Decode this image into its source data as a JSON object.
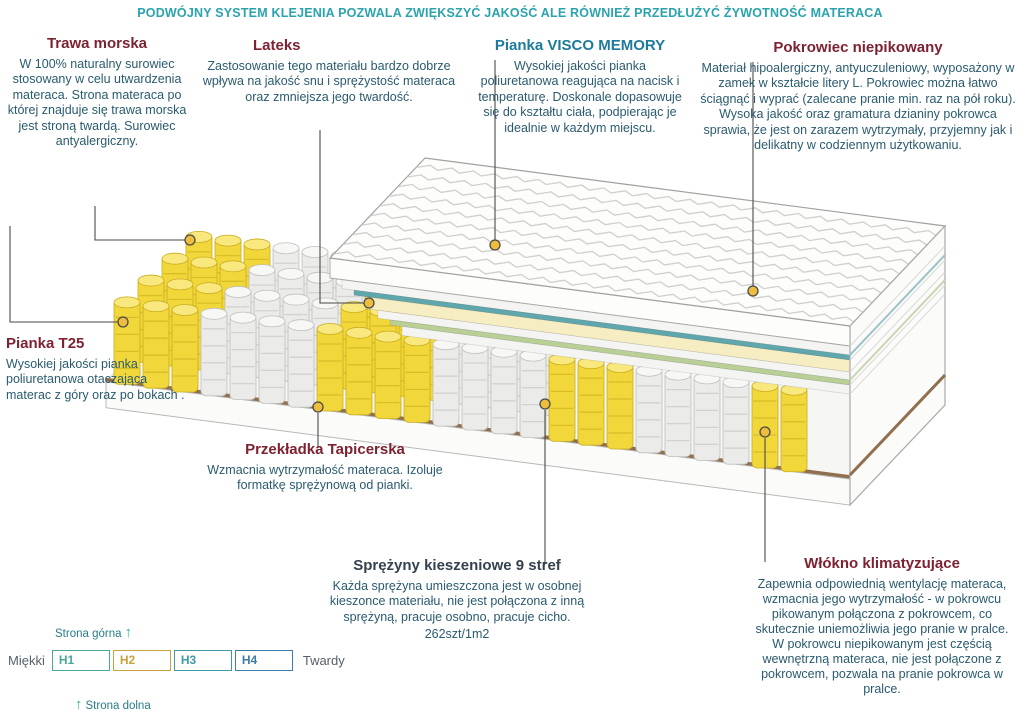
{
  "banner": {
    "text": "PODWÓJNY SYSTEM KLEJENIA POZWALA ZWIĘKSZYĆ JAKOŚĆ ALE RÓWNIEŻ PRZEDŁUŻYĆ ŻYWOTNOŚĆ MATERACA"
  },
  "sections": {
    "trawa_morska": {
      "title": "Trawa morska",
      "body": "W 100% naturalny surowiec stosowany w celu utwardzenia materaca. Strona materaca po której znajduje się trawa morska jest stroną twardą. Surowiec antyalergiczny."
    },
    "lateks": {
      "title": "Lateks",
      "body": "Zastosowanie tego materiału bardzo dobrze wpływa na jakość snu i sprężystość materaca oraz zmniejsza jego twardość."
    },
    "pianka_visco": {
      "title": "Pianka VISCO MEMORY",
      "body": "Wysokiej jakości pianka poliuretanowa reagująca na nacisk i temperaturę. Doskonale dopasowuje się do kształtu ciała, podpierając je idealnie w każdym miejscu."
    },
    "pokrowiec": {
      "title": "Pokrowiec niepikowany",
      "body": "Materiał hipoalergiczny, antyuczuleniowy, wyposażony w zamek w kształcie litery L. Pokrowiec można łatwo ściągnąć i wyprać (zalecane pranie min. raz na pół roku). Wysoka jakość oraz gramatura dzianiny pokrowca sprawia, że jest on zarazem wytrzymały, przyjemny jak i delikatny w codziennym użytkowaniu."
    },
    "pianka_t25": {
      "title": "Pianka T25",
      "body": "Wysokiej jakości pianka poliuretanowa otaczająca materac z góry oraz po bokach ."
    },
    "przekladka": {
      "title": "Przekładka Tapicerska",
      "body": "Wzmacnia wytrzymałość materaca. Izoluje formatkę sprężynową od pianki."
    },
    "sprezyny": {
      "title": "Sprężyny kieszeniowe 9 stref",
      "body": "Każda sprężyna umieszczona jest w osobnej kieszonce materiału, nie jest połączona z inną sprężyną, pracuje osobno, pracuje cicho.",
      "spec": "262szt/1m2"
    },
    "wlokno": {
      "title": "Włókno klimatyzujące",
      "body": "Zapewnia odpowiednią wentylację materaca, wzmacnia jego wytrzymałość - w pokrowcu pikowanym połączona z pokrowcem, co skutecznie uniemożliwia jego pranie w pralce. W pokrowcu niepikowanym jest częścią wewnętrzną materaca, nie jest połączone z pokrowcem, pozwala na pranie pokrowca w pralce."
    }
  },
  "hardness_scale": {
    "top_side_label": "Strona górna",
    "bottom_side_label": "Strona dolna",
    "soft_label": "Miękki",
    "hard_label": "Twardy",
    "levels": [
      {
        "label": "H1",
        "color": "#4aa79b"
      },
      {
        "label": "H2",
        "color": "#c9a23a"
      },
      {
        "label": "H3",
        "color": "#3f9aa8"
      },
      {
        "label": "H4",
        "color": "#3f7ca8"
      }
    ],
    "selected": "H2"
  },
  "icons": {
    "arrow_up": "↑"
  },
  "colors": {
    "banner": "#2ba3ae",
    "heading": "#7e2231",
    "visco_heading": "#1d7a9c",
    "body_text": "#2a5b6e",
    "spring_yellow": "#f2d73a",
    "spring_white": "#ebebe9",
    "leader_dot": "#eebd3d",
    "layer_teal": "#5fa7ad",
    "layer_latex": "#f6eec2",
    "layer_seagrass": "#b9cf96",
    "tapicerska_brown": "#8f6f4e"
  }
}
